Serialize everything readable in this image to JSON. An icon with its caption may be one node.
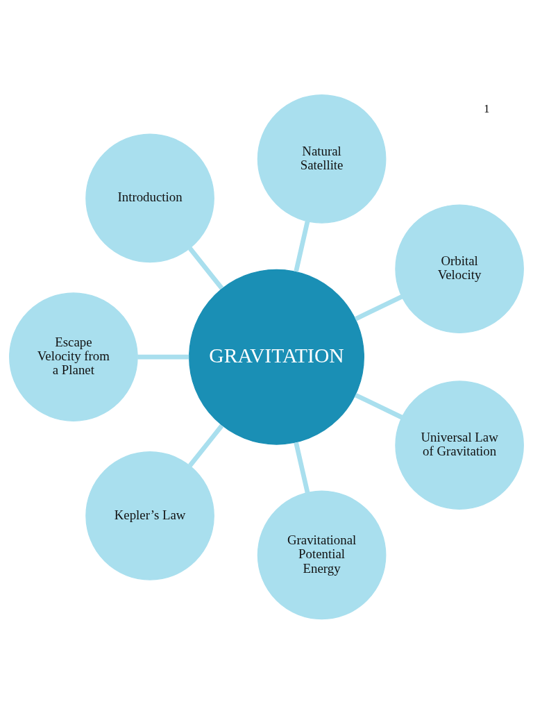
{
  "diagram": {
    "nodes": [
      {
        "text": [
          "GRAVITATION"
        ]
      },
      {
        "text": [
          "Orbital Velocity"
        ]
      },
      {
        "text": [
          "Natural Satellite"
        ]
      },
      {
        "text": [
          "Introduction"
        ]
      },
      {
        "text": [
          "Escape Velocity from a Planet"
        ]
      },
      {
        "text": [
          "Kepler’s Law"
        ]
      },
      {
        "text": [
          "Gravitational Potential Energy"
        ]
      },
      {
        "text": [
          "Universal Law of Gravitation"
        ]
      }
    ],
    "edges": [
      {
        "from": 0,
        "to": 1,
        "arrow": "none"
      },
      {
        "from": 0,
        "to": 2,
        "arrow": "none"
      },
      {
        "from": 0,
        "to": 3,
        "arrow": "none"
      },
      {
        "from": 0,
        "to": 4,
        "arrow": "none"
      },
      {
        "from": 0,
        "to": 5,
        "arrow": "none"
      },
      {
        "from": 0,
        "to": 6,
        "arrow": "none"
      },
      {
        "from": 0,
        "to": 7,
        "arrow": "none"
      }
    ],
    "labels": [
      "1"
    ]
  }
}
